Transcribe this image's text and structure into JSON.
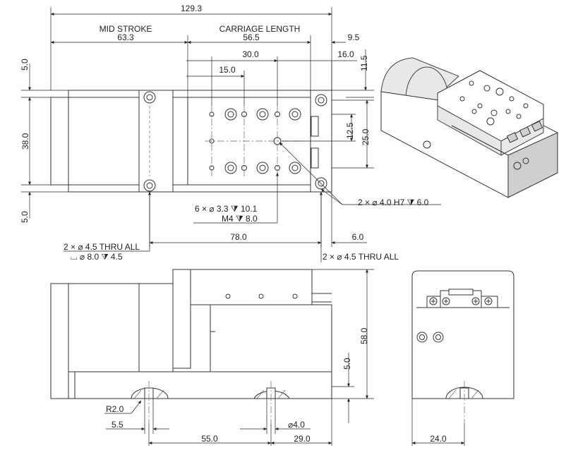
{
  "dimensions": {
    "overall_length": "129.3",
    "mid_stroke_label": "MID STROKE",
    "mid_stroke": "63.3",
    "carriage_length_label": "CARRIAGE LENGTH",
    "carriage_length": "56.5",
    "end_offset": "9.5",
    "hole_span_30": "30.0",
    "hole_span_15": "15.0",
    "hole_offset_16": "16.0",
    "top_offset": "11.5",
    "edge_top": "5.0",
    "height_38": "38.0",
    "edge_bottom": "5.0",
    "span_12_5": "12.5",
    "span_25": "25.0",
    "pitch_78": "78.0",
    "edge_6": "6.0",
    "height_58": "58.0",
    "base_5": "5.0",
    "radius": "R2.0",
    "base_55": "5.5",
    "slot_dia": "⌀4.0",
    "base_spacing_55": "55.0",
    "base_spacing_29": "29.0",
    "end_width": "24.0"
  },
  "callouts": {
    "pin_holes": "2 × ⌀ 4.0 H7 ⧩ 6.0",
    "tapped_line1": "6 × ⌀ 3.3  ⧩ 10.1",
    "tapped_line2": "M4  ⧩ 8.0",
    "mount_left_line1": "2 × ⌀ 4.5 THRU ALL",
    "mount_left_line2": "⌴ ⌀ 8.0  ⧩ 4.5",
    "mount_right": "2 × ⌀ 4.5 THRU ALL"
  }
}
